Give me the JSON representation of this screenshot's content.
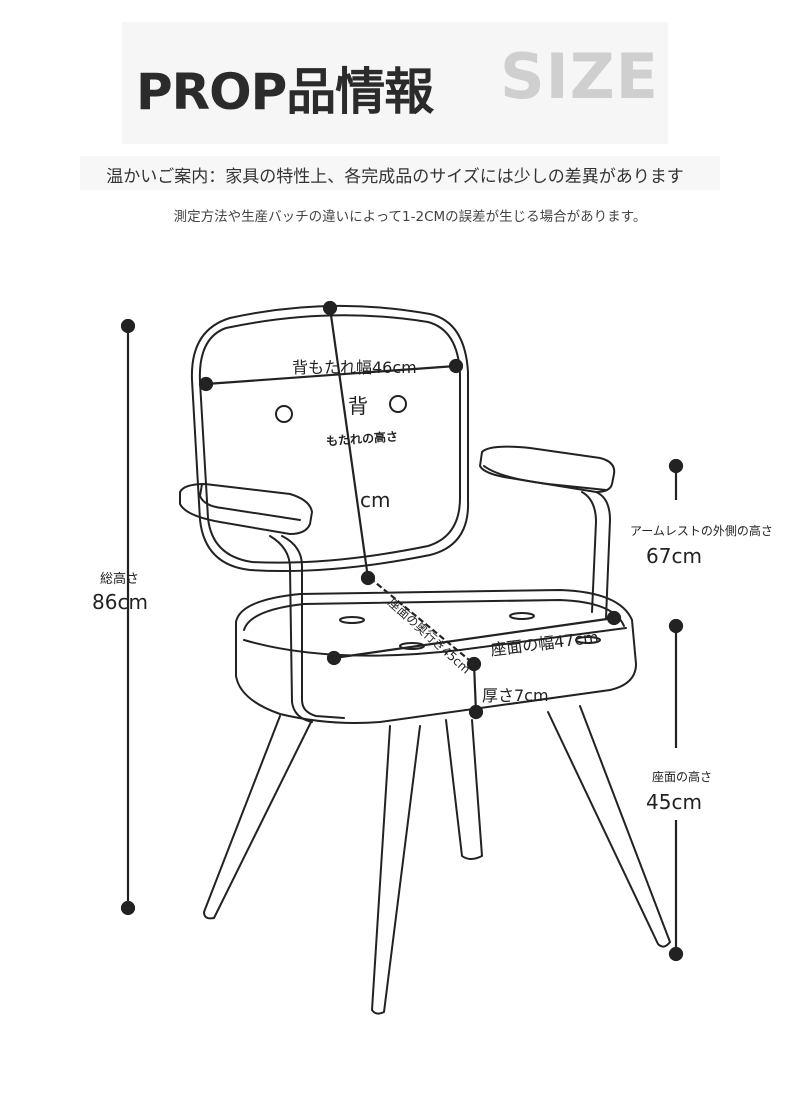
{
  "header": {
    "title": "PROP品情報",
    "size_word": "SIZE"
  },
  "notice": "温かいご案内：家具の特性上、各完成品のサイズには少しの差異があります",
  "note": "測定方法や生産バッチの違いによって1-2CMの誤差が生じる場合があります。",
  "labels": {
    "backrest_width": "背もたれ幅46cm",
    "backrest_height_line1": "背",
    "backrest_height_line2": "もたれの高さ",
    "backrest_height_unit": "cm",
    "total_height_label": "総高さ",
    "total_height_value": "86cm",
    "arm_height_label": "アームレストの外側の高さ",
    "arm_height_value": "67cm",
    "seat_depth": "座面の奥行き45cm",
    "seat_width": "座面の幅47cm",
    "thickness": "厚さ7cm",
    "seat_height_label": "座面の高さ",
    "seat_height_value": "45cm"
  },
  "colors": {
    "line": "#222222",
    "dot": "#222222",
    "background": "#ffffff"
  }
}
